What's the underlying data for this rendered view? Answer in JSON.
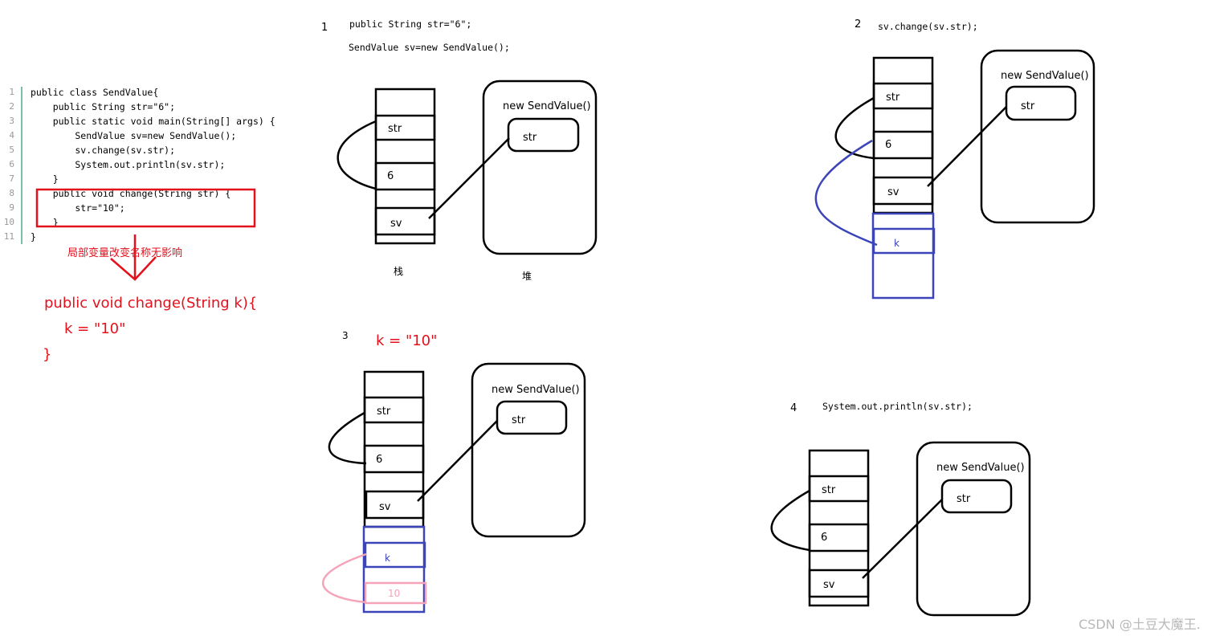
{
  "code_listing": {
    "lines": [
      {
        "n": "1",
        "text": "public class SendValue{"
      },
      {
        "n": "2",
        "text": "    public String str=\"6\";"
      },
      {
        "n": "3",
        "text": "    public static void main(String[] args) {"
      },
      {
        "n": "4",
        "text": "        SendValue sv=new SendValue();"
      },
      {
        "n": "5",
        "text": "        sv.change(sv.str);"
      },
      {
        "n": "6",
        "text": "        System.out.println(sv.str);"
      },
      {
        "n": "7",
        "text": "    }"
      },
      {
        "n": "8",
        "text": "    public void change(String str) {"
      },
      {
        "n": "9",
        "text": "        str=\"10\";"
      },
      {
        "n": "10",
        "text": "    }"
      },
      {
        "n": "11",
        "text": "}"
      }
    ]
  },
  "annotation": {
    "note": "局部变量改变名称无影响",
    "rewrite_line1": "public void change(String k){",
    "rewrite_line2": "k = \"10\"",
    "rewrite_line3": "}"
  },
  "panel1": {
    "step": "1",
    "code_line1": "public String str=\"6\";",
    "code_line2": "SendValue sv=new SendValue();",
    "stack_label": "栈",
    "heap_label": "堆",
    "heap_title": "new SendValue()",
    "heap_field": "str",
    "slots": {
      "str": "str",
      "six": "6",
      "sv": "sv"
    }
  },
  "panel2": {
    "step": "2",
    "code_line": "sv.change(sv.str);",
    "heap_title": "new SendValue()",
    "heap_field": "str",
    "slots": {
      "str": "str",
      "six": "6",
      "sv": "sv",
      "k": "k"
    }
  },
  "panel3": {
    "step": "3",
    "assign": "k = \"10\"",
    "heap_title": "new SendValue()",
    "heap_field": "str",
    "slots": {
      "str": "str",
      "six": "6",
      "sv": "sv",
      "k": "k",
      "ten": "10"
    }
  },
  "panel4": {
    "step": "4",
    "code_line": "System.out.println(sv.str);",
    "heap_title": "new SendValue()",
    "heap_field": "str",
    "slots": {
      "str": "str",
      "six": "6",
      "sv": "sv"
    }
  },
  "watermark": "CSDN @土豆大魔王.",
  "colors": {
    "red": "#e4101c",
    "blue": "#3b44b8",
    "pink": "#f5a3b8",
    "line": "#000000"
  }
}
